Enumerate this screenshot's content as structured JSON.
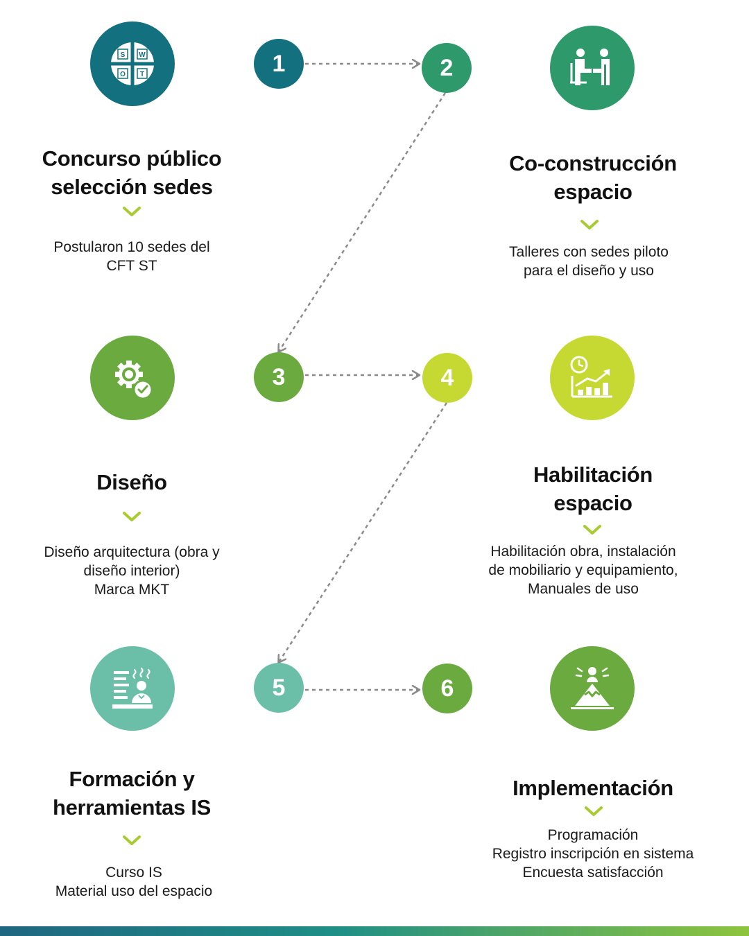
{
  "colors": {
    "teal_dark": "#13707F",
    "green_mid": "#2E9A6C",
    "green_leaf": "#6AAA3E",
    "lime": "#C5D932",
    "mint": "#6BBFA8",
    "chevron": "#A9CB32",
    "dash": "#8A8A8A"
  },
  "steps": [
    {
      "number": "1",
      "icon": "swot-icon",
      "swot": [
        "S",
        "W",
        "O",
        "T"
      ],
      "title": [
        "Concurso público",
        "selección sedes"
      ],
      "desc": [
        "Postularon 10  sedes del",
        "CFT ST"
      ]
    },
    {
      "number": "2",
      "icon": "handshake-people-icon",
      "title": [
        "Co-construcción",
        "espacio"
      ],
      "desc": [
        "Talleres con sedes piloto",
        "para el diseño y uso"
      ]
    },
    {
      "number": "3",
      "icon": "gear-check-icon",
      "title": [
        "Diseño"
      ],
      "desc": [
        "Diseño arquitectura (obra y",
        "diseño interior)",
        "Marca MKT"
      ]
    },
    {
      "number": "4",
      "icon": "clock-growth-chart-icon",
      "title": [
        "Habilitación",
        "espacio"
      ],
      "desc": [
        "Habilitación obra, instalación",
        "de mobiliario y equipamiento,",
        "Manuales de uso"
      ]
    },
    {
      "number": "5",
      "icon": "training-presenter-icon",
      "title": [
        "Formación y",
        "herramientas IS"
      ],
      "desc": [
        "Curso IS",
        "Material uso del espacio"
      ]
    },
    {
      "number": "6",
      "icon": "achievement-mountain-icon",
      "title": [
        "Implementación"
      ],
      "desc": [
        "Programación",
        "Registro inscripción en sistema",
        "Encuesta satisfacción"
      ]
    }
  ]
}
